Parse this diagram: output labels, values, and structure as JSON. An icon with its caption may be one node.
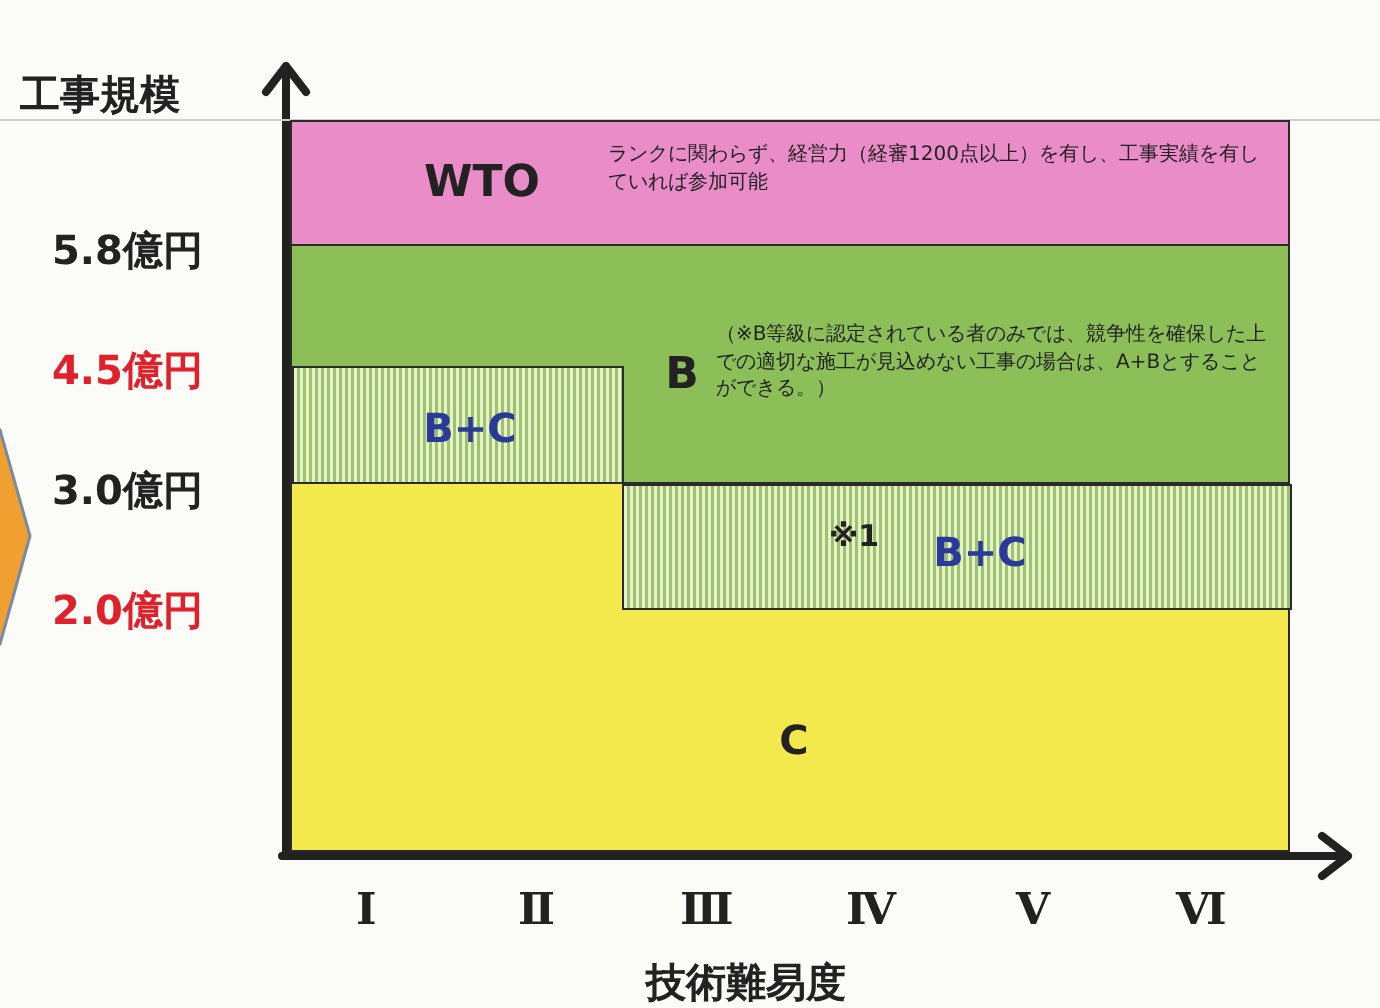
{
  "diagram": {
    "nodes": [
      {
        "text": [
          "WTO",
          "ランクに関わらず、経営力（経審1200点以上）を有し、工事実績を有していれば参加可能"
        ]
      },
      {
        "text": [
          "B",
          "（※B等級に認定されている者のみでは、競争性を確保した上での適切な施工が見込めない工事の場合は、A+Bとすることができる。）"
        ]
      },
      {
        "text": [
          "B+C"
        ],
        "in": 1
      },
      {
        "text": [
          "C"
        ]
      },
      {
        "text": [
          "※1",
          "B+C"
        ],
        "in": 3
      }
    ],
    "labels": [
      "工事規模",
      "5.8億円",
      "4.5億円",
      "3.0億円",
      "2.0億円",
      "Ⅰ",
      "Ⅱ",
      "Ⅲ",
      "Ⅳ",
      "Ⅴ",
      "Ⅵ",
      "技術難易度"
    ]
  }
}
